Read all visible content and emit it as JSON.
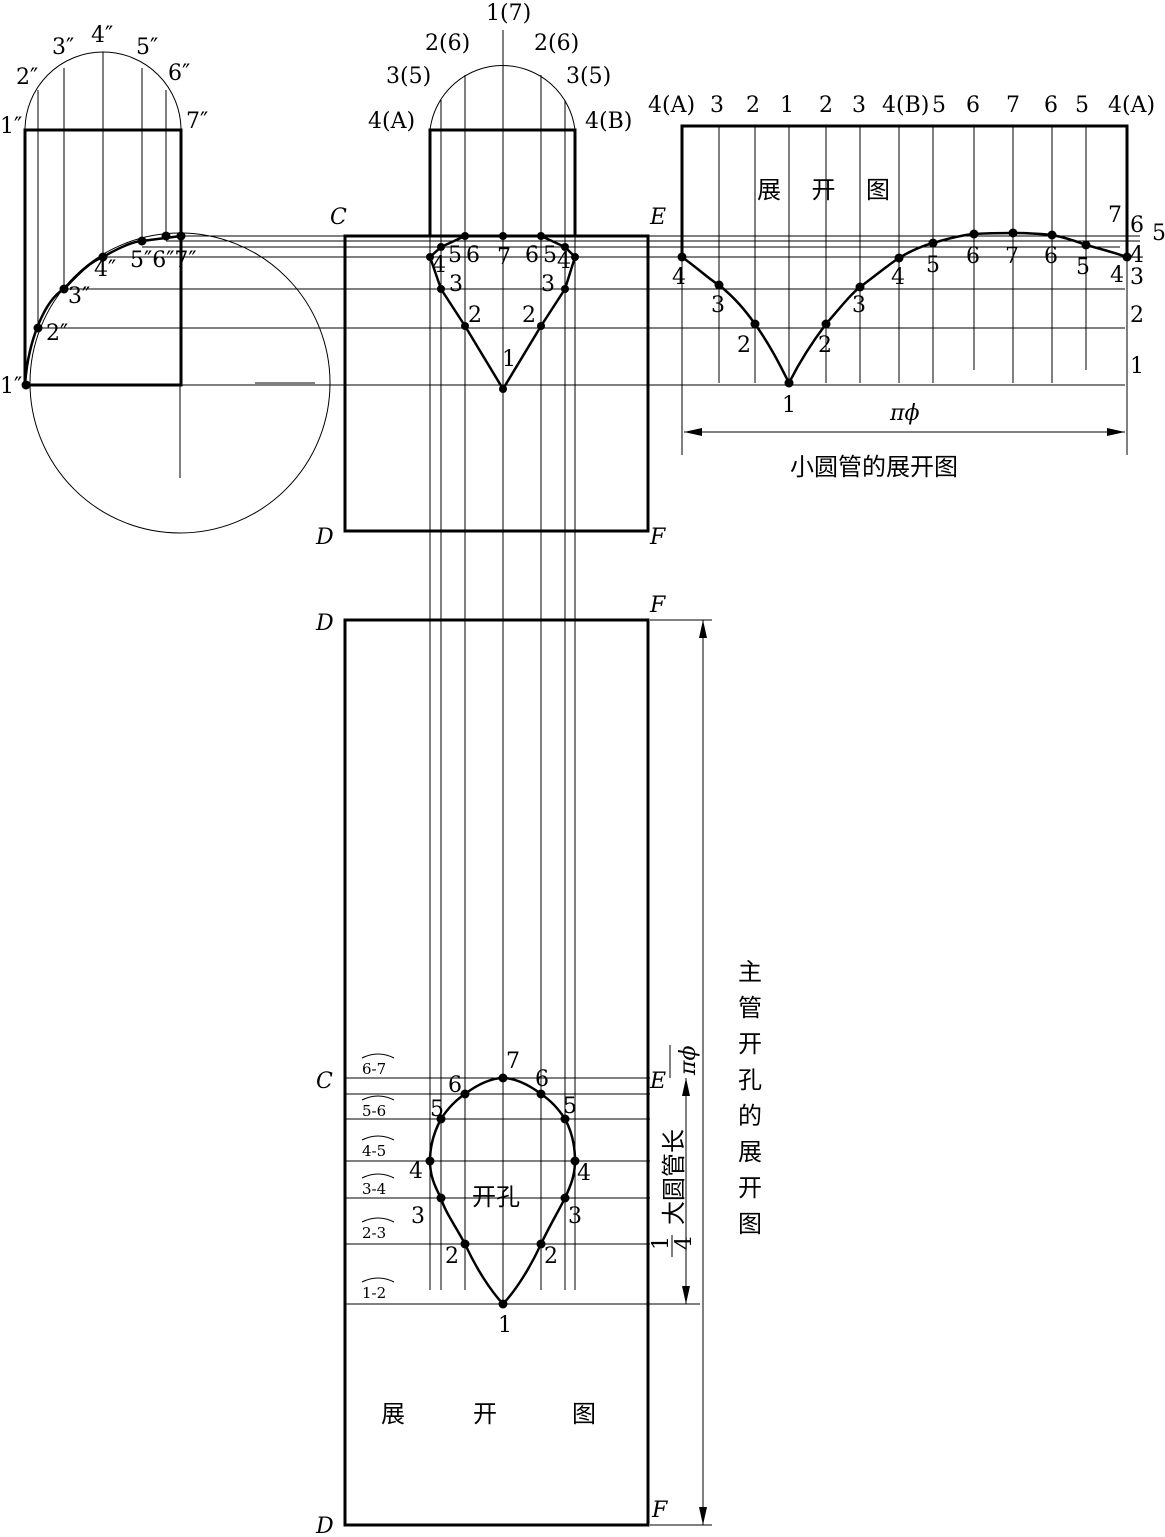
{
  "left_view": {
    "top_labels": [
      "1″",
      "2″",
      "3″",
      "4″",
      "5″",
      "6″",
      "7″"
    ],
    "curve_labels": [
      "1″",
      "2″",
      "3″",
      "4″",
      "5″6″7″"
    ]
  },
  "front_view": {
    "top_labels": [
      "1(7)",
      "2(6)",
      "2(6)",
      "3(5)",
      "3(5)",
      "4(A)",
      "4(B)"
    ],
    "corners": {
      "C": "C",
      "E": "E",
      "D": "D",
      "F": "F"
    },
    "curve_labels": [
      "4",
      "5",
      "6",
      "7",
      "6",
      "5",
      "4",
      "3",
      "3",
      "2",
      "2",
      "1"
    ]
  },
  "pipe_development": {
    "top_labels": [
      "4(A)",
      "3",
      "2",
      "1",
      "2",
      "3",
      "4(B)",
      "5",
      "6",
      "7",
      "6",
      "5",
      "4(A)"
    ],
    "title": "展    开    图",
    "curve_labels": [
      "4",
      "3",
      "2",
      "1",
      "2",
      "3",
      "4",
      "5",
      "6",
      "7",
      "6",
      "5",
      "4"
    ],
    "right_labels": [
      "7",
      "6",
      "5",
      "4",
      "3",
      "2",
      "1"
    ],
    "dimension": "πϕ",
    "caption": "小圆管的展开图"
  },
  "main_development": {
    "corners": {
      "D": "D",
      "F": "F",
      "C": "C",
      "E": "E"
    },
    "arc_labels": [
      "6-7",
      "5-6",
      "4-5",
      "3-4",
      "2-3",
      "1-2"
    ],
    "hole_labels": [
      "7",
      "6",
      "6",
      "5",
      "5",
      "4",
      "4",
      "3",
      "3",
      "2",
      "2",
      "1"
    ],
    "hole_text": "开孔",
    "bottom_text": [
      "展",
      "开",
      "图"
    ],
    "dim_pi": "πϕ",
    "dim_fraction_num": "1",
    "dim_fraction_den": "4",
    "dim_text": "大圆管长",
    "vertical_caption": [
      "主",
      "管",
      "开",
      "孔",
      "的",
      "展",
      "开",
      "图"
    ]
  }
}
